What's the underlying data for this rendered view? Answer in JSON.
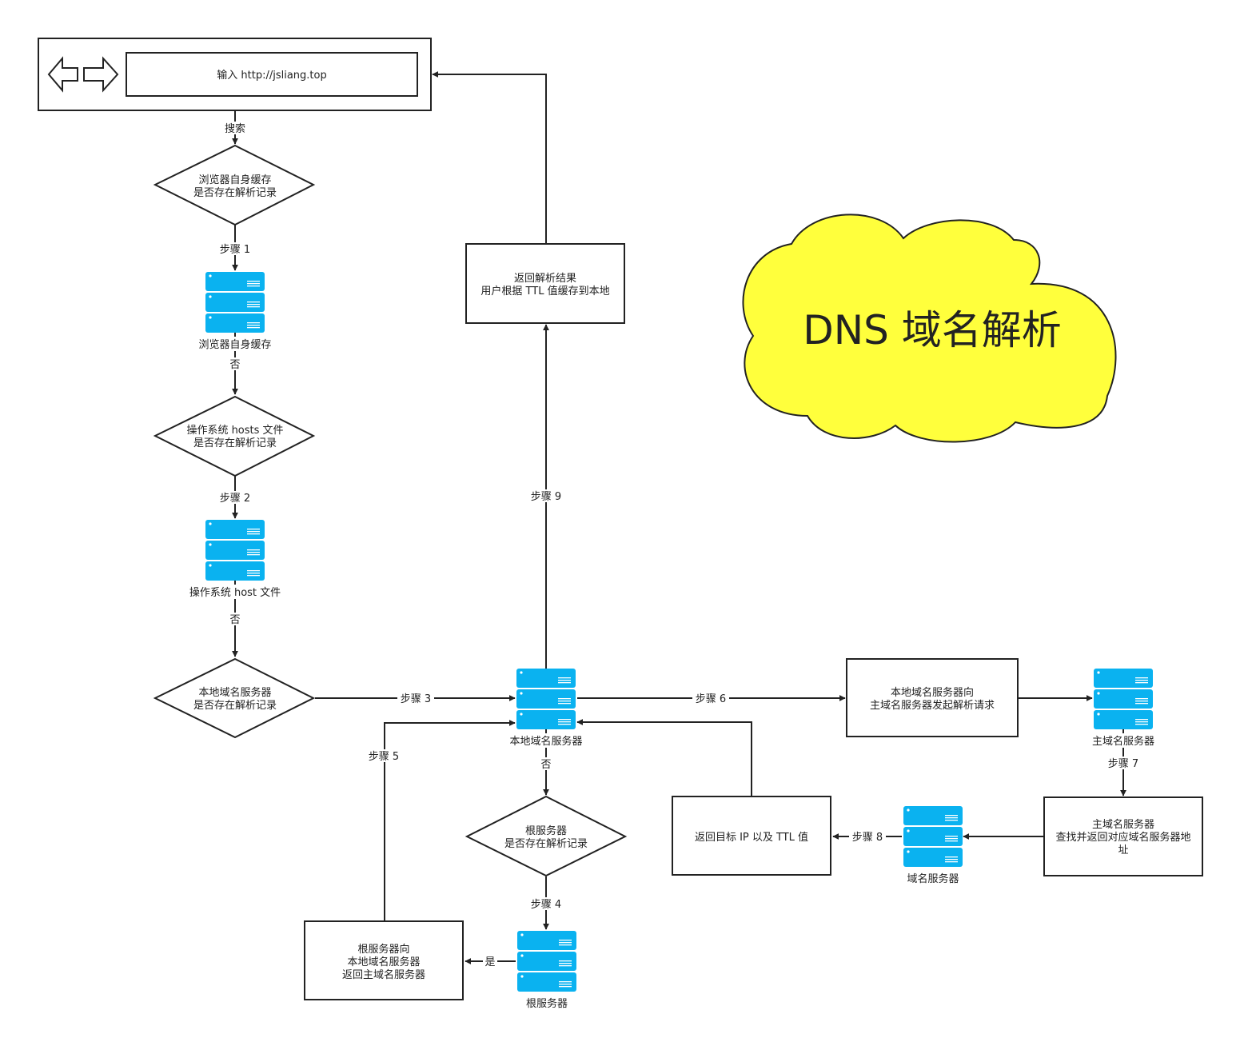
{
  "browser": {
    "url_text": "输入 http://jsliang.top"
  },
  "title": "DNS 域名解析",
  "colors": {
    "server": "#0ab2f0",
    "cloud": "#ffff3c",
    "line": "#222222"
  },
  "nodes": {
    "d1": [
      "浏览器自身缓存",
      "是否存在解析记录"
    ],
    "d2": [
      "操作系统 hosts 文件",
      "是否存在解析记录"
    ],
    "d3": [
      "本地域名服务器",
      "是否存在解析记录"
    ],
    "d4": [
      "根服务器",
      "是否存在解析记录"
    ],
    "b_return": [
      "返回解析结果",
      "用户根据 TTL 值缓存到本地"
    ],
    "b_main_req": [
      "本地域名服务器向",
      "主域名服务器发起解析请求"
    ],
    "b_main_find": [
      "主域名服务器",
      "查找并返回对应域名服务器地",
      "址"
    ],
    "b_ttl": [
      "返回目标 IP 以及 TTL 值"
    ],
    "b_root": [
      "根服务器向",
      "本地域名服务器",
      "返回主域名服务器"
    ]
  },
  "servers": {
    "s1": "浏览器自身缓存",
    "s2": "操作系统 host 文件",
    "s3": "本地域名服务器",
    "s4": "根服务器",
    "s5": "主域名服务器",
    "s6": "域名服务器"
  },
  "edges": {
    "search": "搜索",
    "step1": "步骤 1",
    "no1": "否",
    "step2": "步骤 2",
    "no2": "否",
    "step3": "步骤 3",
    "step9": "步骤 9",
    "step6": "步骤 6",
    "step5": "步骤 5",
    "no3": "否",
    "step4": "步骤 4",
    "yes": "是",
    "step7": "步骤 7",
    "step8": "步骤 8"
  }
}
